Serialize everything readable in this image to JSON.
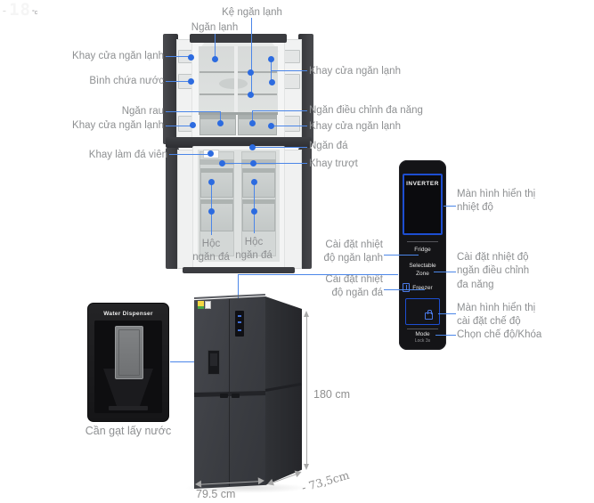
{
  "interior": {
    "shelf": "Kệ ngăn lạnh",
    "compartment": "Ngăn lạnh",
    "left": {
      "door_tray_top": "Khay cửa ngăn lạnh",
      "water_tank": "Bình chứa nước",
      "crisper": "Ngăn rau",
      "door_tray_bottom": "Khay cửa ngăn lạnh",
      "ice_tray": "Khay làm đá viên"
    },
    "right": {
      "door_tray_top": "Khay cửa ngăn lạnh",
      "multi_zone": "Ngăn điều chỉnh đa năng",
      "door_tray_bottom": "Khay cửa ngăn lạnh",
      "freezer": "Ngăn đá",
      "slide_tray": "Khay trượt"
    },
    "freezer_bin_left": "Hộc\nngăn đá",
    "freezer_bin_right": "Hộc\nngăn đá"
  },
  "panel": {
    "brand": "INVERTER",
    "temp_sign": "-",
    "temp_value": "18",
    "temp_unit": "°c",
    "fridge": "Fridge",
    "zone": "Selectable\nZone",
    "freezer": "Freezer",
    "mode": "Mode",
    "mode_sub": "Lock 3s",
    "left_labels": {
      "fridge_set": "Cài đặt nhiệt\nđộ ngăn lạnh",
      "freezer_set": "Cài đặt nhiệt\nđộ ngăn đá"
    },
    "right_labels": {
      "temp_display": "Màn hình hiển thị\nnhiệt độ",
      "zone_set": "Cài đặt nhiệt độ\nngăn điều chỉnh\nđa năng",
      "mode_display": "Màn hình hiển thị\ncài đặt chế độ",
      "mode_select": "Chọn chế độ/Khóa"
    }
  },
  "dispenser": {
    "title": "Water Dispenser",
    "label": "Cần gạt lấy nước"
  },
  "dimensions": {
    "height": "180 cm",
    "width": "79.5 cm",
    "depth": "- 73,5cm"
  },
  "colors": {
    "callout_blue": "#4b86e8",
    "dot_blue": "#2c6be0",
    "highlight_blue": "#2e6fe0",
    "panel_border_blue": "#1d4ed1",
    "label_gray": "#8e9092"
  }
}
